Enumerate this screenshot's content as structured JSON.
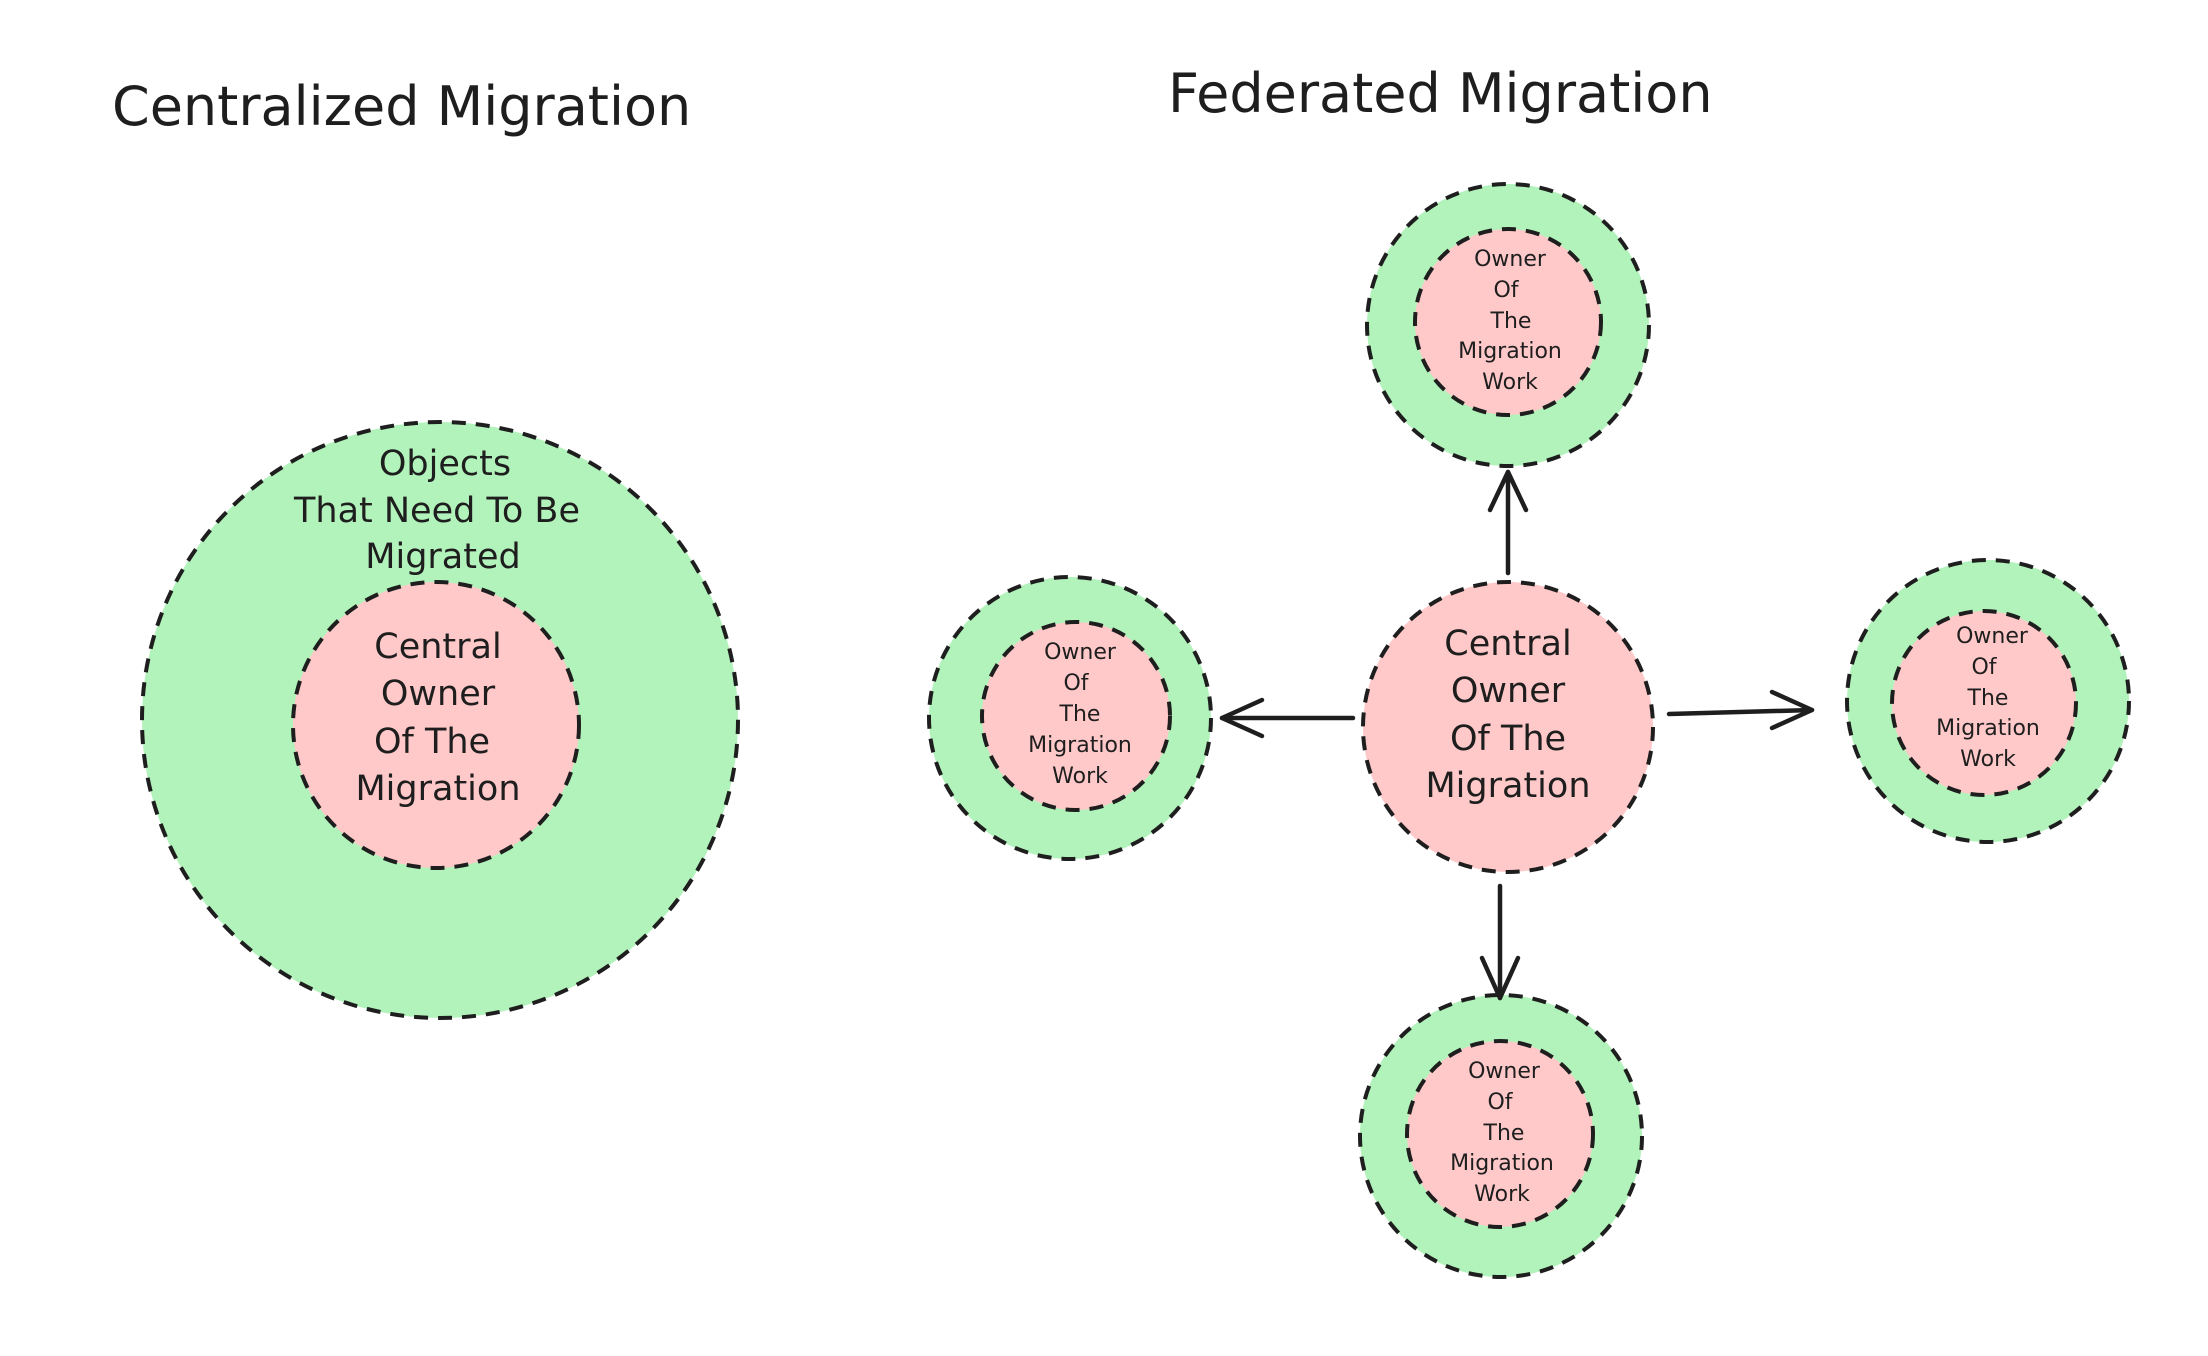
{
  "titles": {
    "centralized": "Centralized Migration",
    "federated": "Federated Migration"
  },
  "centralized": {
    "outer_label": [
      "Objects",
      "That Need To Be",
      "Migrated"
    ],
    "inner_label": [
      "Central",
      "Owner",
      "Of The",
      "Migration"
    ]
  },
  "federated": {
    "hub_label": [
      "Central",
      "Owner",
      "Of The",
      "Migration"
    ],
    "node_label": [
      "Owner",
      "Of",
      "The",
      "Migration",
      "Work"
    ],
    "nodes": [
      "top",
      "left",
      "right",
      "bottom"
    ]
  },
  "colors": {
    "outer_fill": "#b2f2bb",
    "inner_fill": "#ffc9c9",
    "stroke": "#1e1e1e"
  }
}
